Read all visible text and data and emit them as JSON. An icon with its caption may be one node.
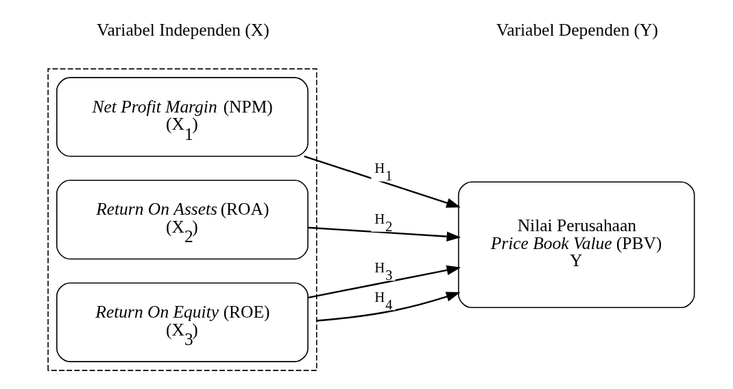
{
  "diagram": {
    "nodes": [
      {
        "text": [],
        "shape": "box"
      },
      {
        "text": [
          "*Net Profit Margin* (NPM)",
          "(X$_{1}$)"
        ],
        "in": 0
      },
      {
        "text": [
          "*Return On Assets* (ROA)",
          "(X$_{2}$)"
        ],
        "in": 0
      },
      {
        "text": [
          "*Return On Equity* (ROE)",
          "(X$_{3}$)"
        ],
        "in": 0
      },
      {
        "text": [
          "Nilai Perusahaan",
          "*Price Book Value* (PBV)",
          "Y"
        ]
      }
    ],
    "edges": [
      {
        "from": 1,
        "to": 4,
        "arrow": "to",
        "label": "H$_{1}$"
      },
      {
        "from": 2,
        "to": 4,
        "arrow": "to",
        "label": "H$_{2}$"
      },
      {
        "from": 3,
        "to": 4,
        "arrow": "to",
        "label": "H$_{3}$"
      },
      {
        "from": 0,
        "to": 4,
        "arrow": "to",
        "label": "H$_{4}$"
      }
    ],
    "labels": [
      "Variabel Independen (X)",
      "Variabel Dependen (Y)"
    ]
  }
}
